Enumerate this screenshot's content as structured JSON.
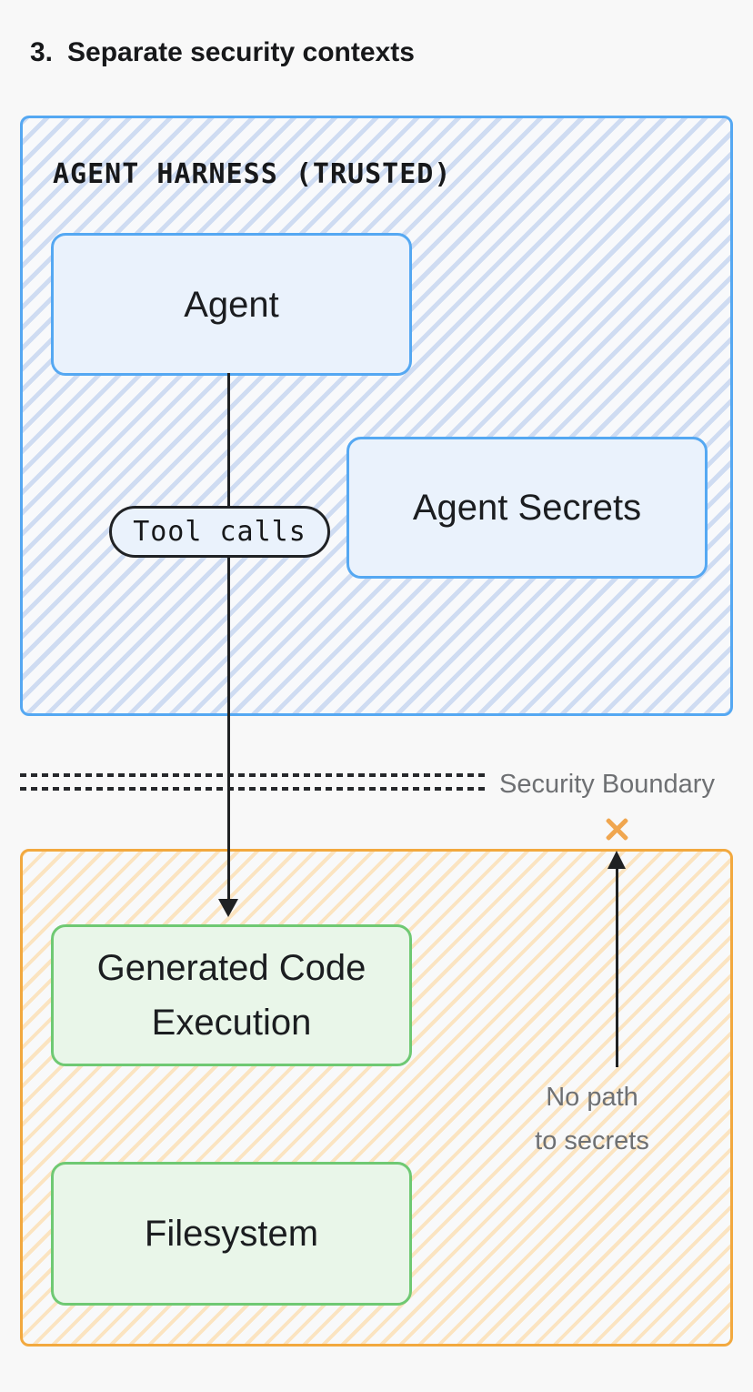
{
  "title": {
    "number": "3.",
    "text": "Separate security contexts"
  },
  "trusted_zone": {
    "label": "AGENT HARNESS (TRUSTED)",
    "agent": "Agent",
    "agent_secrets": "Agent Secrets",
    "tool_calls": "Tool calls"
  },
  "boundary": {
    "label": "Security Boundary"
  },
  "untrusted_zone": {
    "generated_code": "Generated Code Execution",
    "filesystem": "Filesystem",
    "no_path_line1": "No path",
    "no_path_line2": "to secrets"
  },
  "colors": {
    "background": "#f8f8f8",
    "trusted_border": "#55a8f2",
    "trusted_hatch": "#cfdcf2",
    "trusted_node_fill": "#eaf2fc",
    "untrusted_border": "#f2a93f",
    "untrusted_hatch": "#fbe4c1",
    "safe_node_border": "#6fc973",
    "safe_node_fill": "#e9f6e9",
    "cross_mark": "#f0a64f",
    "arrow_and_text": "#1f2123",
    "muted_text": "#6e7073"
  }
}
